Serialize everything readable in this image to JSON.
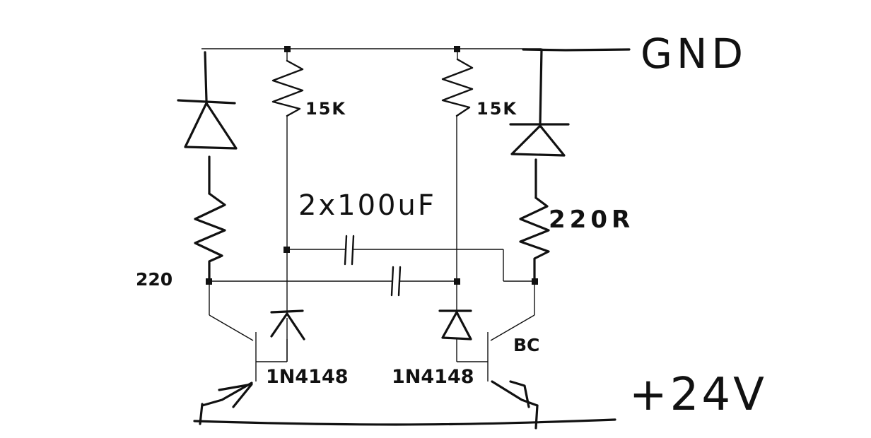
{
  "labels": {
    "gnd": "GND",
    "supply": "+24V",
    "r_top_left": "15K",
    "r_top_right": "15K",
    "capacitor": "2x100uF",
    "r_left": "220",
    "r_right": "220R",
    "diode_left": "1N4148",
    "diode_right": "1N4148",
    "transistor": "BC"
  }
}
